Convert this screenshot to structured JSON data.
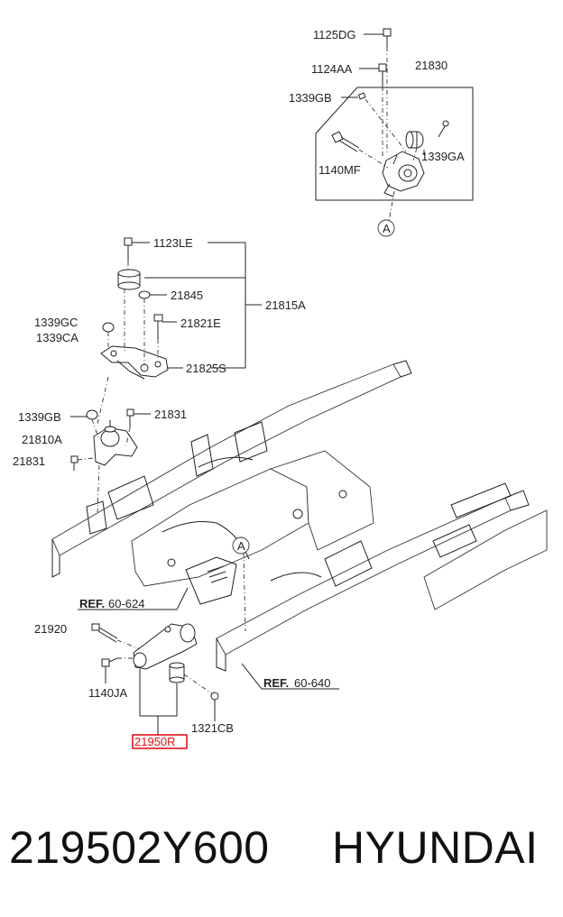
{
  "labels": {
    "l1125dg": "1125DG",
    "l1124aa": "1124AA",
    "l21830": "21830",
    "l1339gb_top": "1339GB",
    "l1140mf": "1140MF",
    "l1339ga": "1339GA",
    "la_top": "A",
    "l1123le": "1123LE",
    "l21845": "21845",
    "l1339gc": "1339GC",
    "l1339ca": "1339CA",
    "l21821e": "21821E",
    "l21815a": "21815A",
    "l21825s": "21825S",
    "l1339gb_mid": "1339GB",
    "l21831_right": "21831",
    "l21810a": "21810A",
    "l21831_left": "21831",
    "la_mid": "A",
    "lref624_bold": "REF.",
    "lref624_num": "60-624",
    "l21920": "21920",
    "l1140ja": "1140JA",
    "lref640_bold": "REF.",
    "lref640_num": "60-640",
    "l1321cb": "1321CB",
    "l21950r": "21950R"
  },
  "footer": {
    "part_number": "219502Y600",
    "brand": "HYUNDAI"
  },
  "colors": {
    "highlight": "#e0151b",
    "line": "#222222",
    "background": "#ffffff"
  }
}
